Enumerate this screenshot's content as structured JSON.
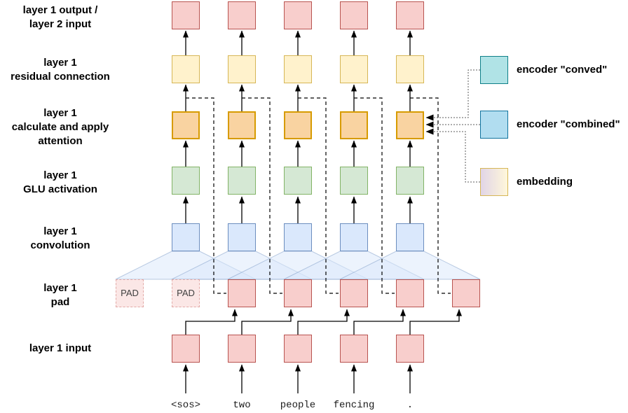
{
  "row_labels": [
    {
      "id": "output",
      "text": "layer 1 output /\nlayer 2 input"
    },
    {
      "id": "residual",
      "text": "layer 1\nresidual connection"
    },
    {
      "id": "attention",
      "text": "layer 1\ncalculate and apply\nattention"
    },
    {
      "id": "glu",
      "text": "layer 1\nGLU activation"
    },
    {
      "id": "convolution",
      "text": "layer 1\nconvolution"
    },
    {
      "id": "pad",
      "text": "layer 1\npad"
    },
    {
      "id": "input",
      "text": "layer 1 input"
    }
  ],
  "tokens": [
    "<sos>",
    "two",
    "people",
    "fencing",
    "."
  ],
  "pad_cells": [
    "PAD",
    "PAD"
  ],
  "legend": [
    {
      "id": "encoder-conved",
      "label": "encoder \"conved\"",
      "fill": "#b0e3e6",
      "stroke": "#0e8088"
    },
    {
      "id": "encoder-combined",
      "label": "encoder \"combined\"",
      "fill": "#b1ddf0",
      "stroke": "#10739e"
    },
    {
      "id": "embedding",
      "label": "embedding",
      "fill_gradient": [
        "#e1d5e7",
        "#fff7da"
      ],
      "stroke": "#d6b656"
    }
  ],
  "colors": {
    "io_square": {
      "fill": "#f8cecc",
      "stroke": "#b85450"
    },
    "pad_square": {
      "fill": "#fbe7e6",
      "stroke": "#e2a9a6"
    },
    "residual_square": {
      "fill": "#fff2cc",
      "stroke": "#d6b656"
    },
    "attention_square": {
      "fill": "#f9d3a1",
      "stroke": "#d79b00"
    },
    "glu_square": {
      "fill": "#d5e8d4",
      "stroke": "#82b366"
    },
    "conv_square": {
      "fill": "#dae8fc",
      "stroke": "#6c8ebf"
    },
    "trapezoid_fill": "rgba(218,232,252,0.5)",
    "trapezoid_stroke": "rgba(108,142,191,0.45)",
    "arrow": "#000000",
    "dashed_line": "#000000",
    "dotted_line": "#5b5b5b"
  },
  "structure": {
    "columns": 5,
    "pad_positions": 7,
    "num_pads": 2,
    "kernel_size": 3
  }
}
